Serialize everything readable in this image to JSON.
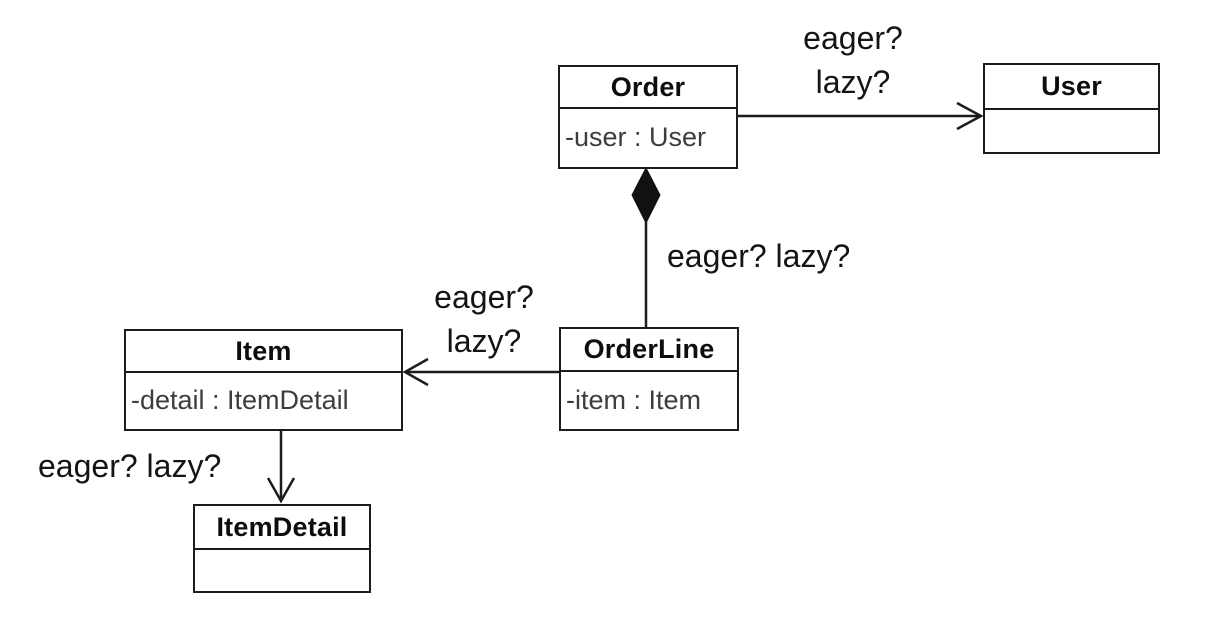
{
  "diagram": {
    "type": "uml-class-diagram",
    "colors": {
      "background": "#ffffff",
      "line": "#1c1c1c",
      "class_title_text": "#0d0d0d",
      "attribute_text": "#3d3d3d",
      "label_text": "#141414",
      "composition_diamond_fill": "#111111"
    },
    "classes": [
      {
        "name": "Order",
        "attributes": [
          "-user : User"
        ]
      },
      {
        "name": "User",
        "attributes": []
      },
      {
        "name": "OrderLine",
        "attributes": [
          "-item : Item"
        ]
      },
      {
        "name": "Item",
        "attributes": [
          "-detail : ItemDetail"
        ]
      },
      {
        "name": "ItemDetail",
        "attributes": []
      }
    ],
    "relationships": [
      {
        "from": "Order",
        "to": "User",
        "type": "directed-association",
        "arrowhead": "open",
        "label_line1": "eager?",
        "label_line2": "lazy?"
      },
      {
        "from": "Order",
        "to": "OrderLine",
        "type": "composition",
        "diamond_end": "Order",
        "label": "eager? lazy?"
      },
      {
        "from": "OrderLine",
        "to": "Item",
        "type": "directed-association",
        "arrowhead": "open",
        "label_line1": "eager?",
        "label_line2": "lazy?"
      },
      {
        "from": "Item",
        "to": "ItemDetail",
        "type": "directed-association",
        "arrowhead": "open",
        "label": "eager? lazy?"
      }
    ]
  }
}
